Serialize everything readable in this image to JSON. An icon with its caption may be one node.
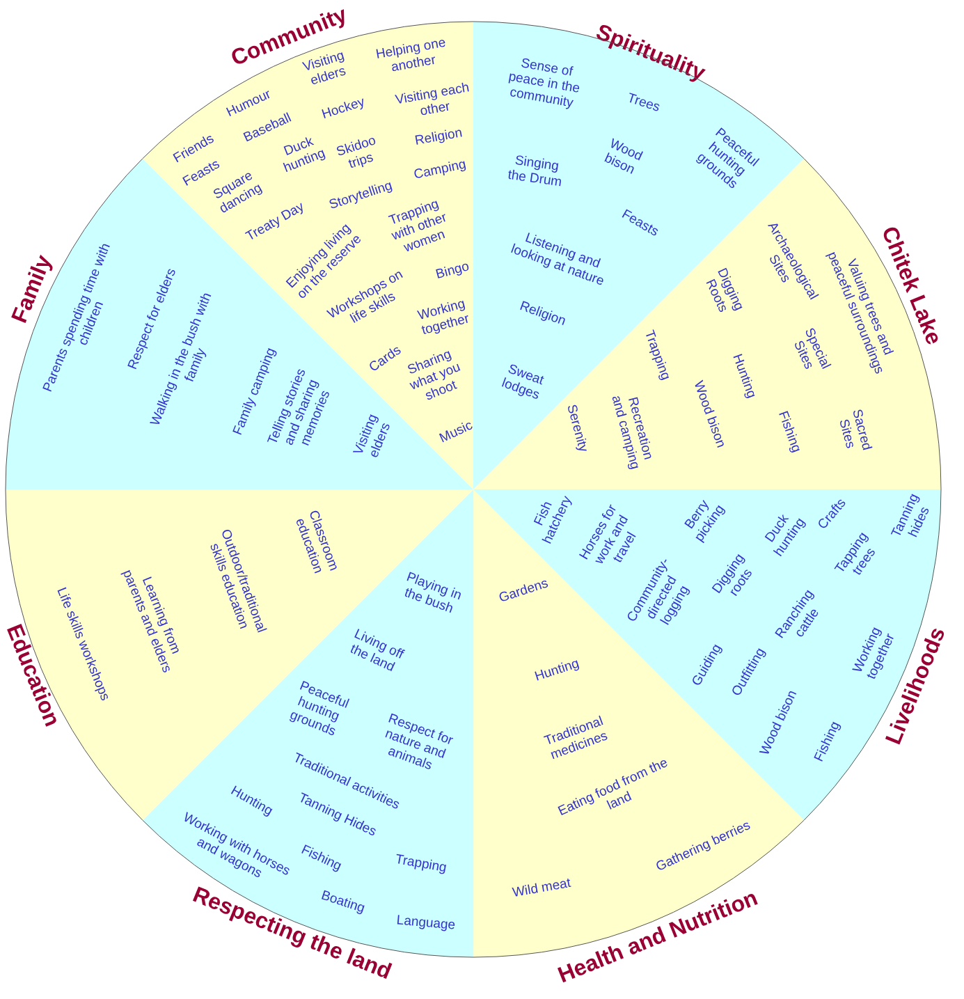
{
  "diagram": {
    "nodes": [
      {
        "text": [
          "Community",
          "Friends",
          "Humour",
          "Visiting elders",
          "Helping one another",
          "Feasts",
          "Baseball",
          "Hockey",
          "Visiting each other",
          "Square dancing",
          "Duck hunting",
          "Skidoo trips",
          "Religion",
          "Treaty Day",
          "Storytelling",
          "Camping",
          "Enjoying living on the reserve",
          "Trapping with other women",
          "Bingo",
          "Workshops on life skills",
          "Working together",
          "Cards",
          "Sharing what you shoot",
          "Music"
        ]
      },
      {
        "text": [
          "Spirituality",
          "Sense of peace in the community",
          "Trees",
          "Peaceful hunting grounds",
          "Singing the Drum",
          "Wood bison",
          "Feasts",
          "Listening and looking at nature",
          "Religion",
          "Sweat lodges"
        ]
      },
      {
        "text": [
          "Chitek Lake",
          "Archaeological Sites",
          "Valuing trees and peaceful surroundings",
          "Digging Roots",
          "Special Sites",
          "Trapping",
          "Hunting",
          "Wood bison",
          "Recreation and camping",
          "Serenity",
          "Fishing",
          "Sacred Sites"
        ]
      },
      {
        "text": [
          "Livelihoods",
          "Fish hatchery",
          "Horses for work and travel",
          "Berry picking",
          "Duck hunting",
          "Crafts",
          "Tanning hides",
          "Community-directed logging",
          "Digging roots",
          "Tapping trees",
          "Ranching cattle",
          "Guiding",
          "Outfitting",
          "Working together",
          "Wood bison",
          "Fishing"
        ]
      },
      {
        "text": [
          "Health and Nutrition",
          "Gardens",
          "Hunting",
          "Traditional medicines",
          "Eating food from the land",
          "Gathering berries",
          "Wild meat"
        ]
      },
      {
        "text": [
          "Respecting the land",
          "Playing in the bush",
          "Living off the land",
          "Peaceful hunting grounds",
          "Respect for nature and animals",
          "Traditional activities",
          "Tanning Hides",
          "Hunting",
          "Working with horses and wagons",
          "Fishing",
          "Trapping",
          "Boating",
          "Language"
        ]
      },
      {
        "text": [
          "Education",
          "Classroom education",
          "Outdoor/traditional skills education",
          "Learning from parents and elders",
          "Life skills workshops"
        ]
      },
      {
        "text": [
          "Family",
          "Parents spending time with children",
          "Respect for elders",
          "Walking in the bush with family",
          "Family camping",
          "Telling stories and sharing memories",
          "Visiting elders"
        ]
      }
    ]
  }
}
